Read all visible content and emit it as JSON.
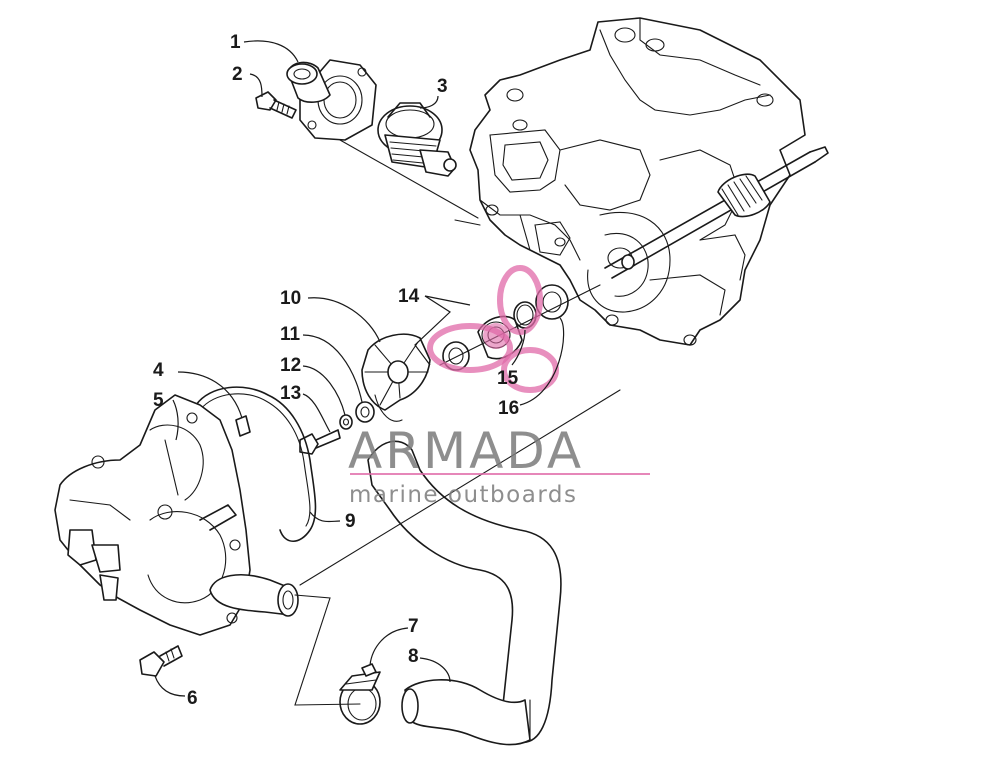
{
  "watermark": {
    "title": "ARMADA",
    "subtitle": "marine outboards",
    "logo_color": "#e06aa8",
    "text_color": "#7b7b7b"
  },
  "callouts": [
    "1",
    "2",
    "3",
    "4",
    "5",
    "6",
    "7",
    "8",
    "9",
    "10",
    "11",
    "12",
    "13",
    "14",
    "15",
    "16"
  ]
}
